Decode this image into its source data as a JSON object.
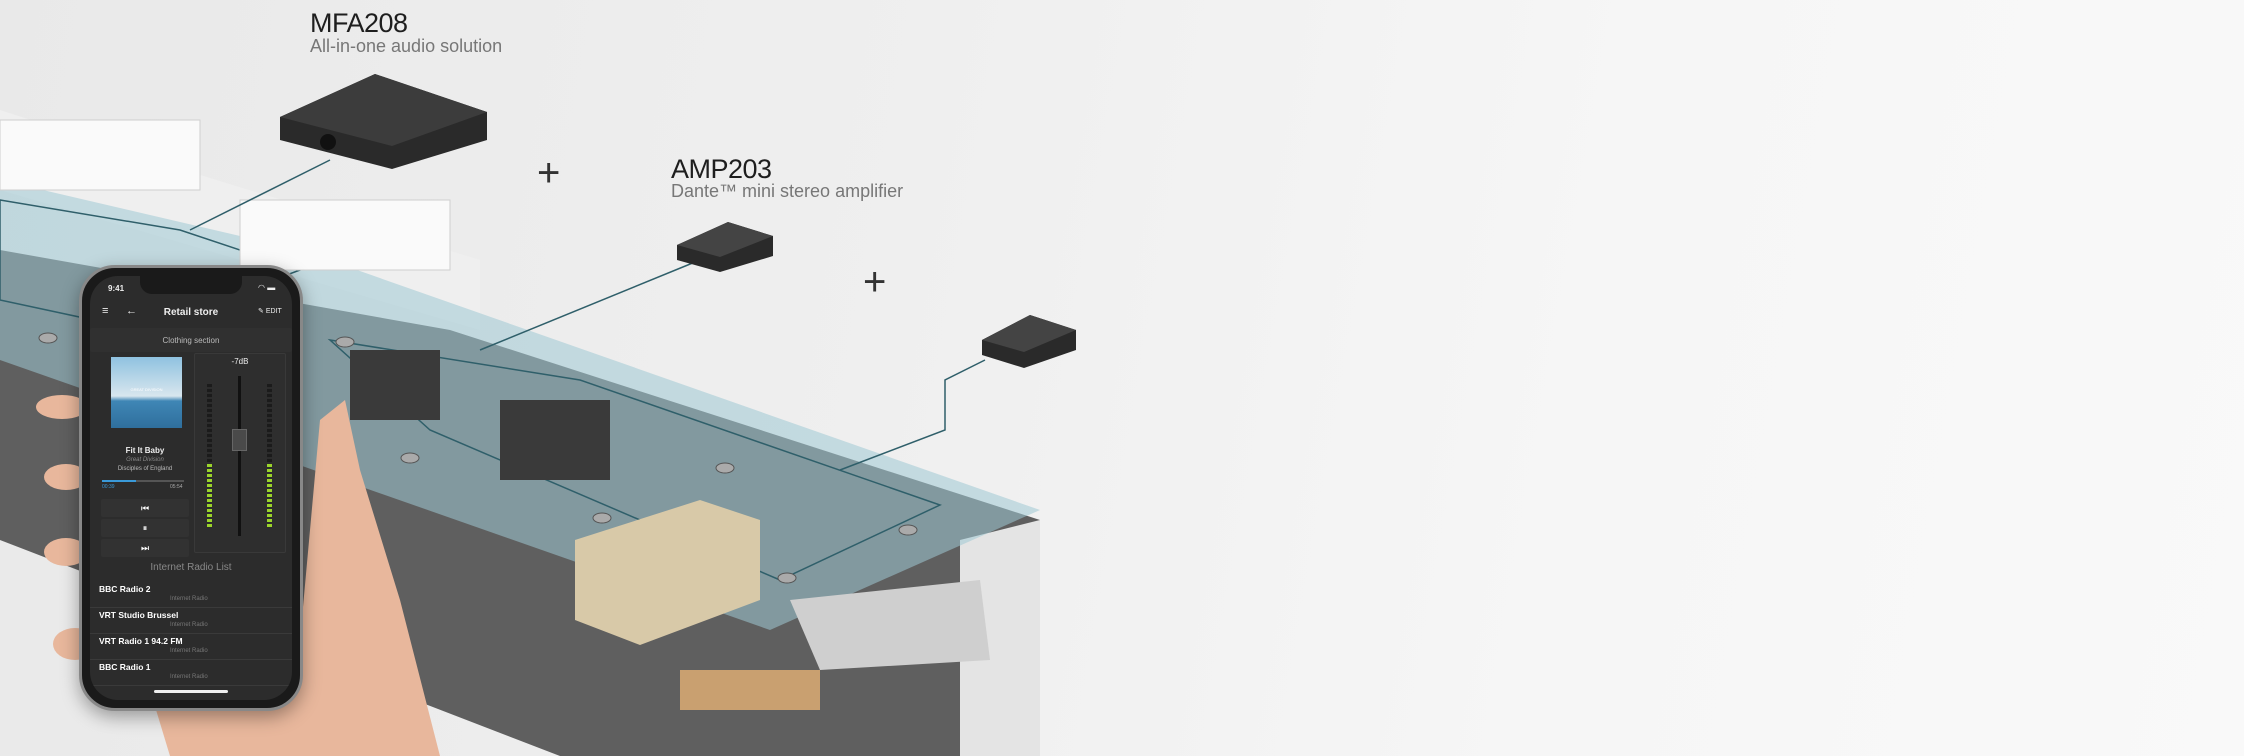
{
  "products": [
    {
      "name": "MFA208",
      "description": "All-in-one audio solution"
    },
    {
      "name": "AMP203",
      "description": "Dante™ mini stereo amplifier"
    }
  ],
  "plus_sign": "+",
  "app": {
    "status_time": "9:41",
    "header_title": "Retail store",
    "edit_label": "EDIT",
    "zone": "Clothing section",
    "album_art_text": "GREAT DIVISION",
    "volume": "-7dB",
    "volume_level": 0.62,
    "track": {
      "title": "Fit It Baby",
      "album": "Great Division",
      "artist": "Disciples of England",
      "elapsed": "00:39",
      "duration": "05:54",
      "progress": 0.42
    },
    "controls": {
      "prev": "⏮",
      "pause": "⏸",
      "next": "⏭"
    },
    "radio_list_title": "Internet Radio List",
    "radio_items": [
      {
        "name": "BBC Radio 2",
        "type": "Internet Radio"
      },
      {
        "name": "VRT Studio Brussel",
        "type": "Internet Radio"
      },
      {
        "name": "VRT Radio 1 94.2 FM",
        "type": "Internet Radio"
      },
      {
        "name": "BBC Radio 1",
        "type": "Internet Radio"
      }
    ]
  }
}
